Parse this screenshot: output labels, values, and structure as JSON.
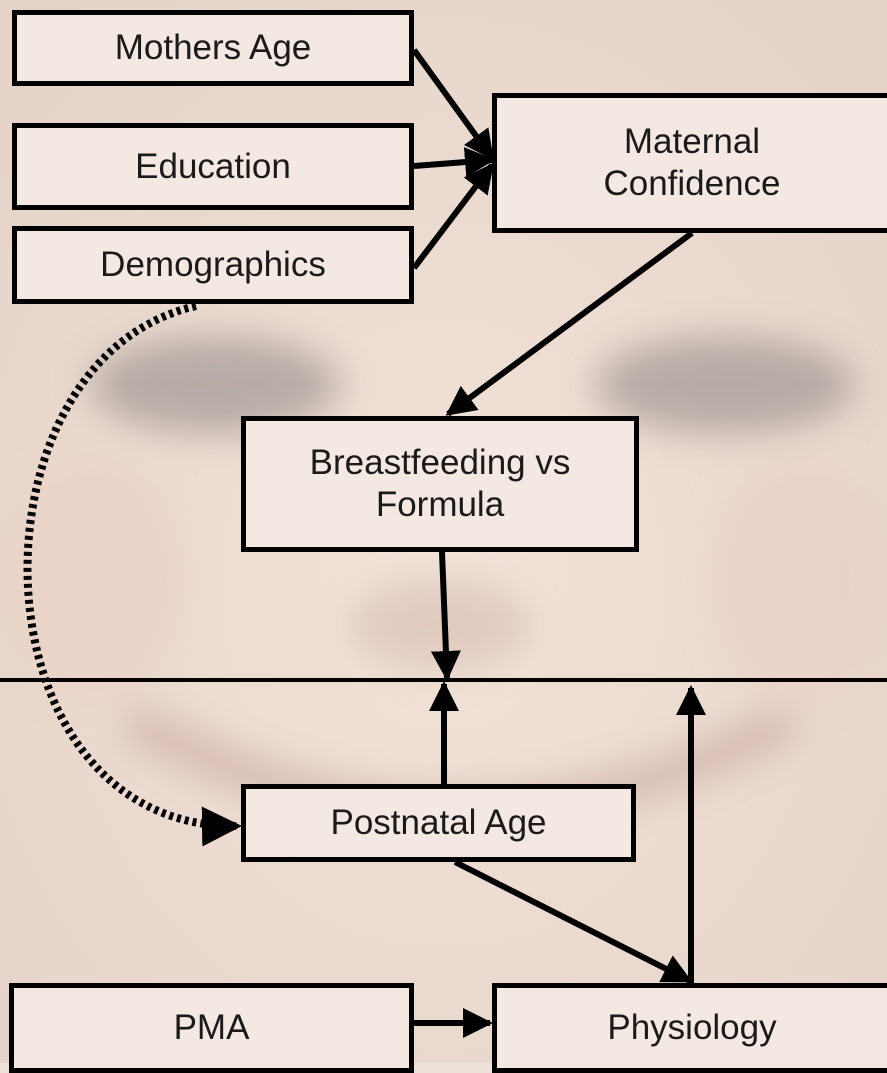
{
  "nodes": {
    "mothers_age": "Mothers Age",
    "education": "Education",
    "demographics": "Demographics",
    "maternal_confidence": "Maternal\nConfidence",
    "feeding": "Breastfeeding vs\nFormula",
    "postnatal_age": "Postnatal Age",
    "pma": "PMA",
    "physiology": "Physiology"
  },
  "edges": [
    {
      "from": "mothers_age",
      "to": "maternal_confidence",
      "style": "solid"
    },
    {
      "from": "education",
      "to": "maternal_confidence",
      "style": "solid"
    },
    {
      "from": "demographics",
      "to": "maternal_confidence",
      "style": "solid"
    },
    {
      "from": "maternal_confidence",
      "to": "feeding",
      "style": "solid"
    },
    {
      "from": "feeding",
      "to": "outcome_line",
      "style": "solid"
    },
    {
      "from": "postnatal_age",
      "to": "outcome_line",
      "style": "solid"
    },
    {
      "from": "physiology",
      "to": "outcome_line",
      "style": "solid"
    },
    {
      "from": "postnatal_age",
      "to": "physiology",
      "style": "solid"
    },
    {
      "from": "pma",
      "to": "physiology",
      "style": "solid"
    },
    {
      "from": "demographics",
      "to": "postnatal_age",
      "style": "dotted"
    }
  ],
  "colors": {
    "background": "#ece0d8",
    "box_fill": "#f4e9e2",
    "stroke": "#000000",
    "text": "#1a1a1a"
  }
}
